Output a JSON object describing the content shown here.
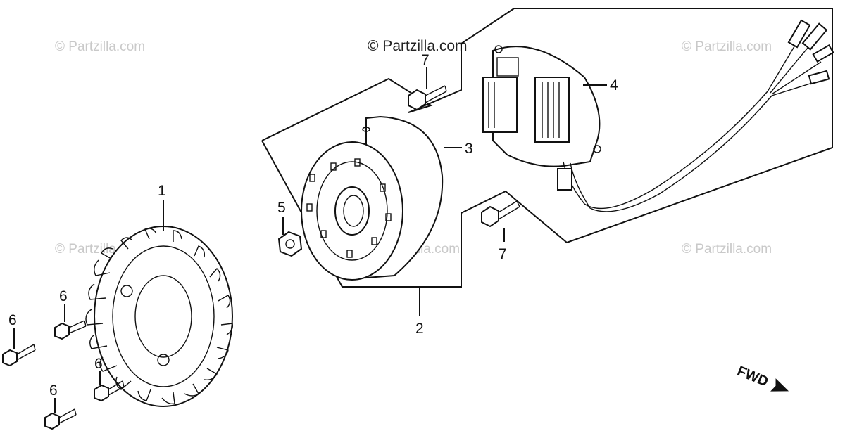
{
  "diagram": {
    "watermarks": [
      "© Partzilla.com",
      "© Partzilla.com",
      "© Partzilla.com",
      "© Partzilla.com",
      "© Partzilla.com",
      "© Partzilla.com"
    ],
    "header_watermark": "© Partzilla.com",
    "callouts": {
      "flywheel_fan": "1",
      "flywheel_assy": "2",
      "flywheel": "3",
      "stator": "4",
      "nut": "5",
      "fan_bolt_a": "6",
      "fan_bolt_b": "6",
      "fan_bolt_c": "6",
      "fan_bolt_d": "6",
      "stator_bolt_top": "7",
      "stator_bolt_right": "7"
    },
    "direction_indicator": "FWD"
  }
}
